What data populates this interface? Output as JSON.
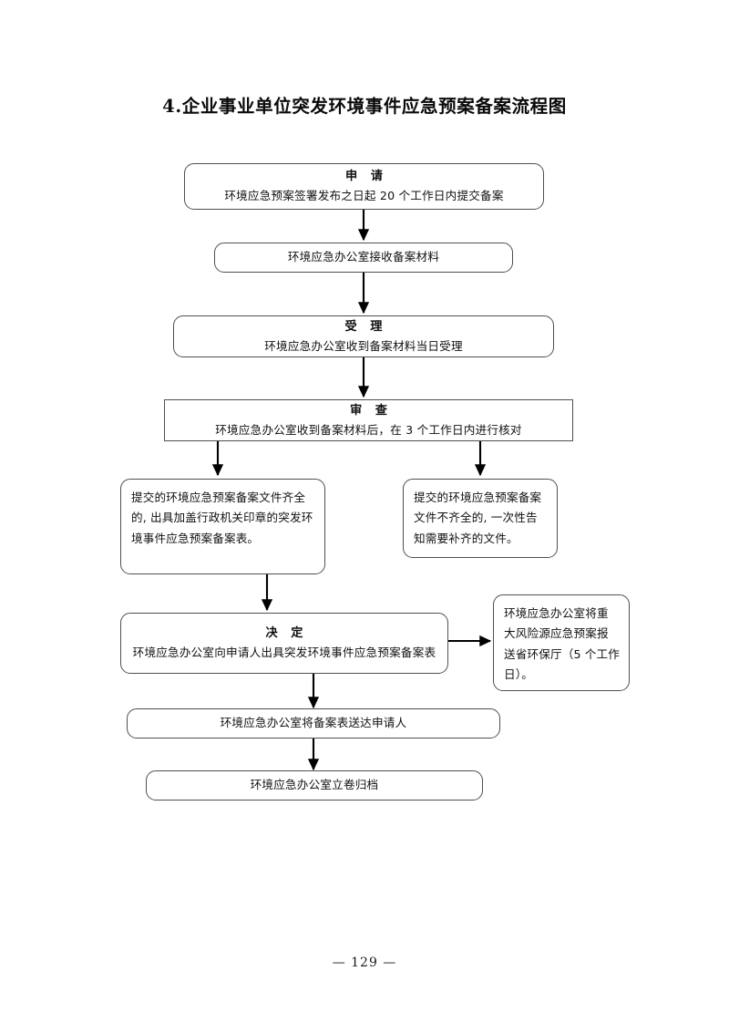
{
  "document": {
    "title": "4.企业事业单位突发环境事件应急预案备案流程图",
    "page_number": "— 129 —"
  },
  "flowchart": {
    "type": "flowchart",
    "orientation": "top-to-bottom",
    "nodes": [
      {
        "id": "apply",
        "heading": "申 请",
        "body": "环境应急预案签署发布之日起 20 个工作日内提交备案",
        "shape": "rounded-rect"
      },
      {
        "id": "receive",
        "heading": "",
        "body": "环境应急办公室接收备案材料",
        "shape": "rounded-rect"
      },
      {
        "id": "accept",
        "heading": "受 理",
        "body": "环境应急办公室收到备案材料当日受理",
        "shape": "rounded-rect"
      },
      {
        "id": "review",
        "heading": "审 查",
        "body": "环境应急办公室收到备案材料后，在 3 个工作日内进行核对",
        "shape": "rect"
      },
      {
        "id": "branch-complete",
        "heading": "",
        "body": "提交的环境应急预案备案文件齐全的, 出具加盖行政机关印章的突发环境事件应急预案备案表。",
        "shape": "rounded-rect"
      },
      {
        "id": "branch-incomplete",
        "heading": "",
        "body": "提交的环境应急预案备案文件不齐全的, 一次性告知需要补齐的文件。",
        "shape": "rounded-rect"
      },
      {
        "id": "decide",
        "heading": "决 定",
        "body": "环境应急办公室向申请人出具突发环境事件应急预案备案表",
        "shape": "rounded-rect"
      },
      {
        "id": "report-province",
        "heading": "",
        "body": "环境应急办公室将重大风险源应急预案报送省环保厅（5 个工作日）。",
        "shape": "rounded-rect"
      },
      {
        "id": "deliver",
        "heading": "",
        "body": "环境应急办公室将备案表送达申请人",
        "shape": "rounded-rect"
      },
      {
        "id": "archive",
        "heading": "",
        "body": "环境应急办公室立卷归档",
        "shape": "rounded-rect"
      }
    ],
    "edges": [
      {
        "from": "apply",
        "to": "receive",
        "direction": "down"
      },
      {
        "from": "receive",
        "to": "accept",
        "direction": "down"
      },
      {
        "from": "accept",
        "to": "review",
        "direction": "down"
      },
      {
        "from": "review",
        "to": "branch-complete",
        "direction": "down"
      },
      {
        "from": "review",
        "to": "branch-incomplete",
        "direction": "down"
      },
      {
        "from": "branch-complete",
        "to": "decide",
        "direction": "down"
      },
      {
        "from": "decide",
        "to": "report-province",
        "direction": "right"
      },
      {
        "from": "decide",
        "to": "deliver",
        "direction": "down"
      },
      {
        "from": "deliver",
        "to": "archive",
        "direction": "down"
      }
    ]
  },
  "colors": {
    "box_border": "#4f4f4f",
    "connector": "#000000",
    "text": "#101010",
    "background": "#ffffff"
  }
}
